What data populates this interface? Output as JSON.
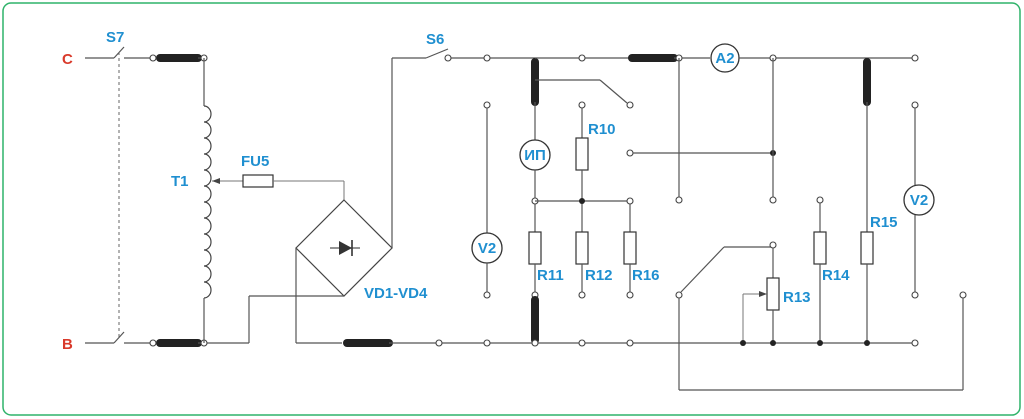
{
  "colors": {
    "border": "#2fb36a",
    "label": "#1f8fd0",
    "terminal_label": "#d93a2b",
    "wire": "#555555"
  },
  "terminals": {
    "c": "C",
    "b": "B"
  },
  "switches": {
    "s7": "S7",
    "s6": "S6"
  },
  "transformer": {
    "label": "T1"
  },
  "fuse": {
    "label": "FU5"
  },
  "rectifier": {
    "label": "VD1-VD4"
  },
  "meters": {
    "ip": "ИП",
    "a2": "A2",
    "v2_left": "V2",
    "v2_right": "V2"
  },
  "resistors": {
    "r10": "R10",
    "r11": "R11",
    "r12": "R12",
    "r13": "R13",
    "r14": "R14",
    "r15": "R15",
    "r16": "R16"
  }
}
